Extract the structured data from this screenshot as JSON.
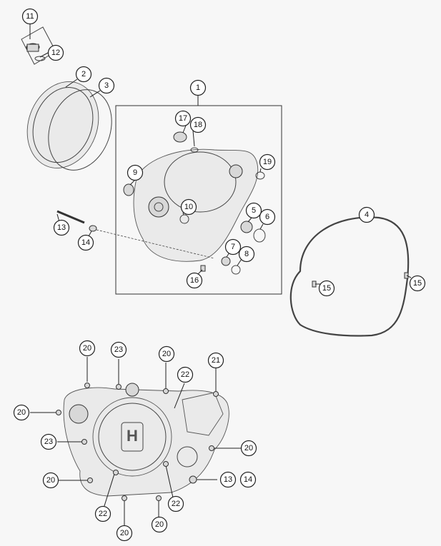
{
  "callouts": [
    {
      "id": "c11",
      "label": "11"
    },
    {
      "id": "c12",
      "label": "12"
    },
    {
      "id": "c2",
      "label": "2"
    },
    {
      "id": "c3",
      "label": "3"
    },
    {
      "id": "c1",
      "label": "1"
    },
    {
      "id": "c17",
      "label": "17"
    },
    {
      "id": "c18",
      "label": "18"
    },
    {
      "id": "c19",
      "label": "19"
    },
    {
      "id": "c9",
      "label": "9"
    },
    {
      "id": "c10",
      "label": "10"
    },
    {
      "id": "c5",
      "label": "5"
    },
    {
      "id": "c6",
      "label": "6"
    },
    {
      "id": "c4",
      "label": "4"
    },
    {
      "id": "c13a",
      "label": "13"
    },
    {
      "id": "c14a",
      "label": "14"
    },
    {
      "id": "c7",
      "label": "7"
    },
    {
      "id": "c8",
      "label": "8"
    },
    {
      "id": "c16",
      "label": "16"
    },
    {
      "id": "c15a",
      "label": "15"
    },
    {
      "id": "c15b",
      "label": "15"
    },
    {
      "id": "c20a",
      "label": "20"
    },
    {
      "id": "c23a",
      "label": "23"
    },
    {
      "id": "c20b",
      "label": "20"
    },
    {
      "id": "c21",
      "label": "21"
    },
    {
      "id": "c22a",
      "label": "22"
    },
    {
      "id": "c20c",
      "label": "20"
    },
    {
      "id": "c23b",
      "label": "23"
    },
    {
      "id": "c20d",
      "label": "20"
    },
    {
      "id": "c20e",
      "label": "20"
    },
    {
      "id": "c13b",
      "label": "13"
    },
    {
      "id": "c14b",
      "label": "14"
    },
    {
      "id": "c22b",
      "label": "22"
    },
    {
      "id": "c22c",
      "label": "22"
    },
    {
      "id": "c20f",
      "label": "20"
    },
    {
      "id": "c20g",
      "label": "20"
    }
  ]
}
